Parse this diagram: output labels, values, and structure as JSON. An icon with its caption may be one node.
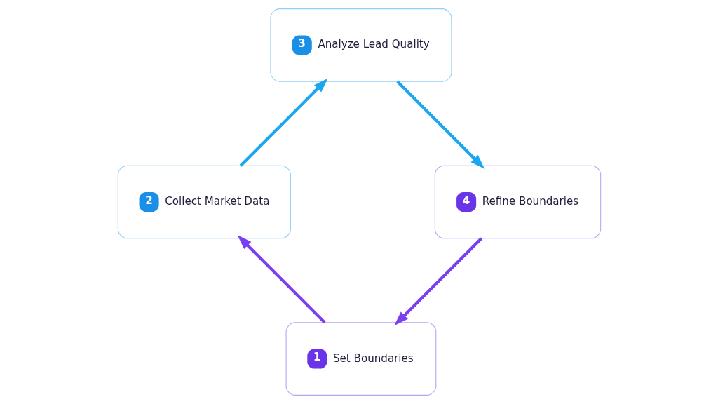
{
  "diagram": {
    "nodes": [
      {
        "text": [
          "1",
          "Set Boundaries"
        ]
      },
      {
        "text": [
          "2",
          "Collect Market Data"
        ]
      },
      {
        "text": [
          "3",
          "Analyze Lead Quality"
        ]
      },
      {
        "text": [
          "4",
          "Refine Boundaries"
        ]
      }
    ],
    "edges": [
      {
        "from": 0,
        "to": 1,
        "arrow": "to",
        "color": "#7b3ff2"
      },
      {
        "from": 1,
        "to": 2,
        "arrow": "to",
        "color": "#1aa7ef"
      },
      {
        "from": 2,
        "to": 3,
        "arrow": "to",
        "color": "#1aa7ef"
      },
      {
        "from": 3,
        "to": 0,
        "arrow": "to",
        "color": "#7b3ff2"
      }
    ]
  }
}
